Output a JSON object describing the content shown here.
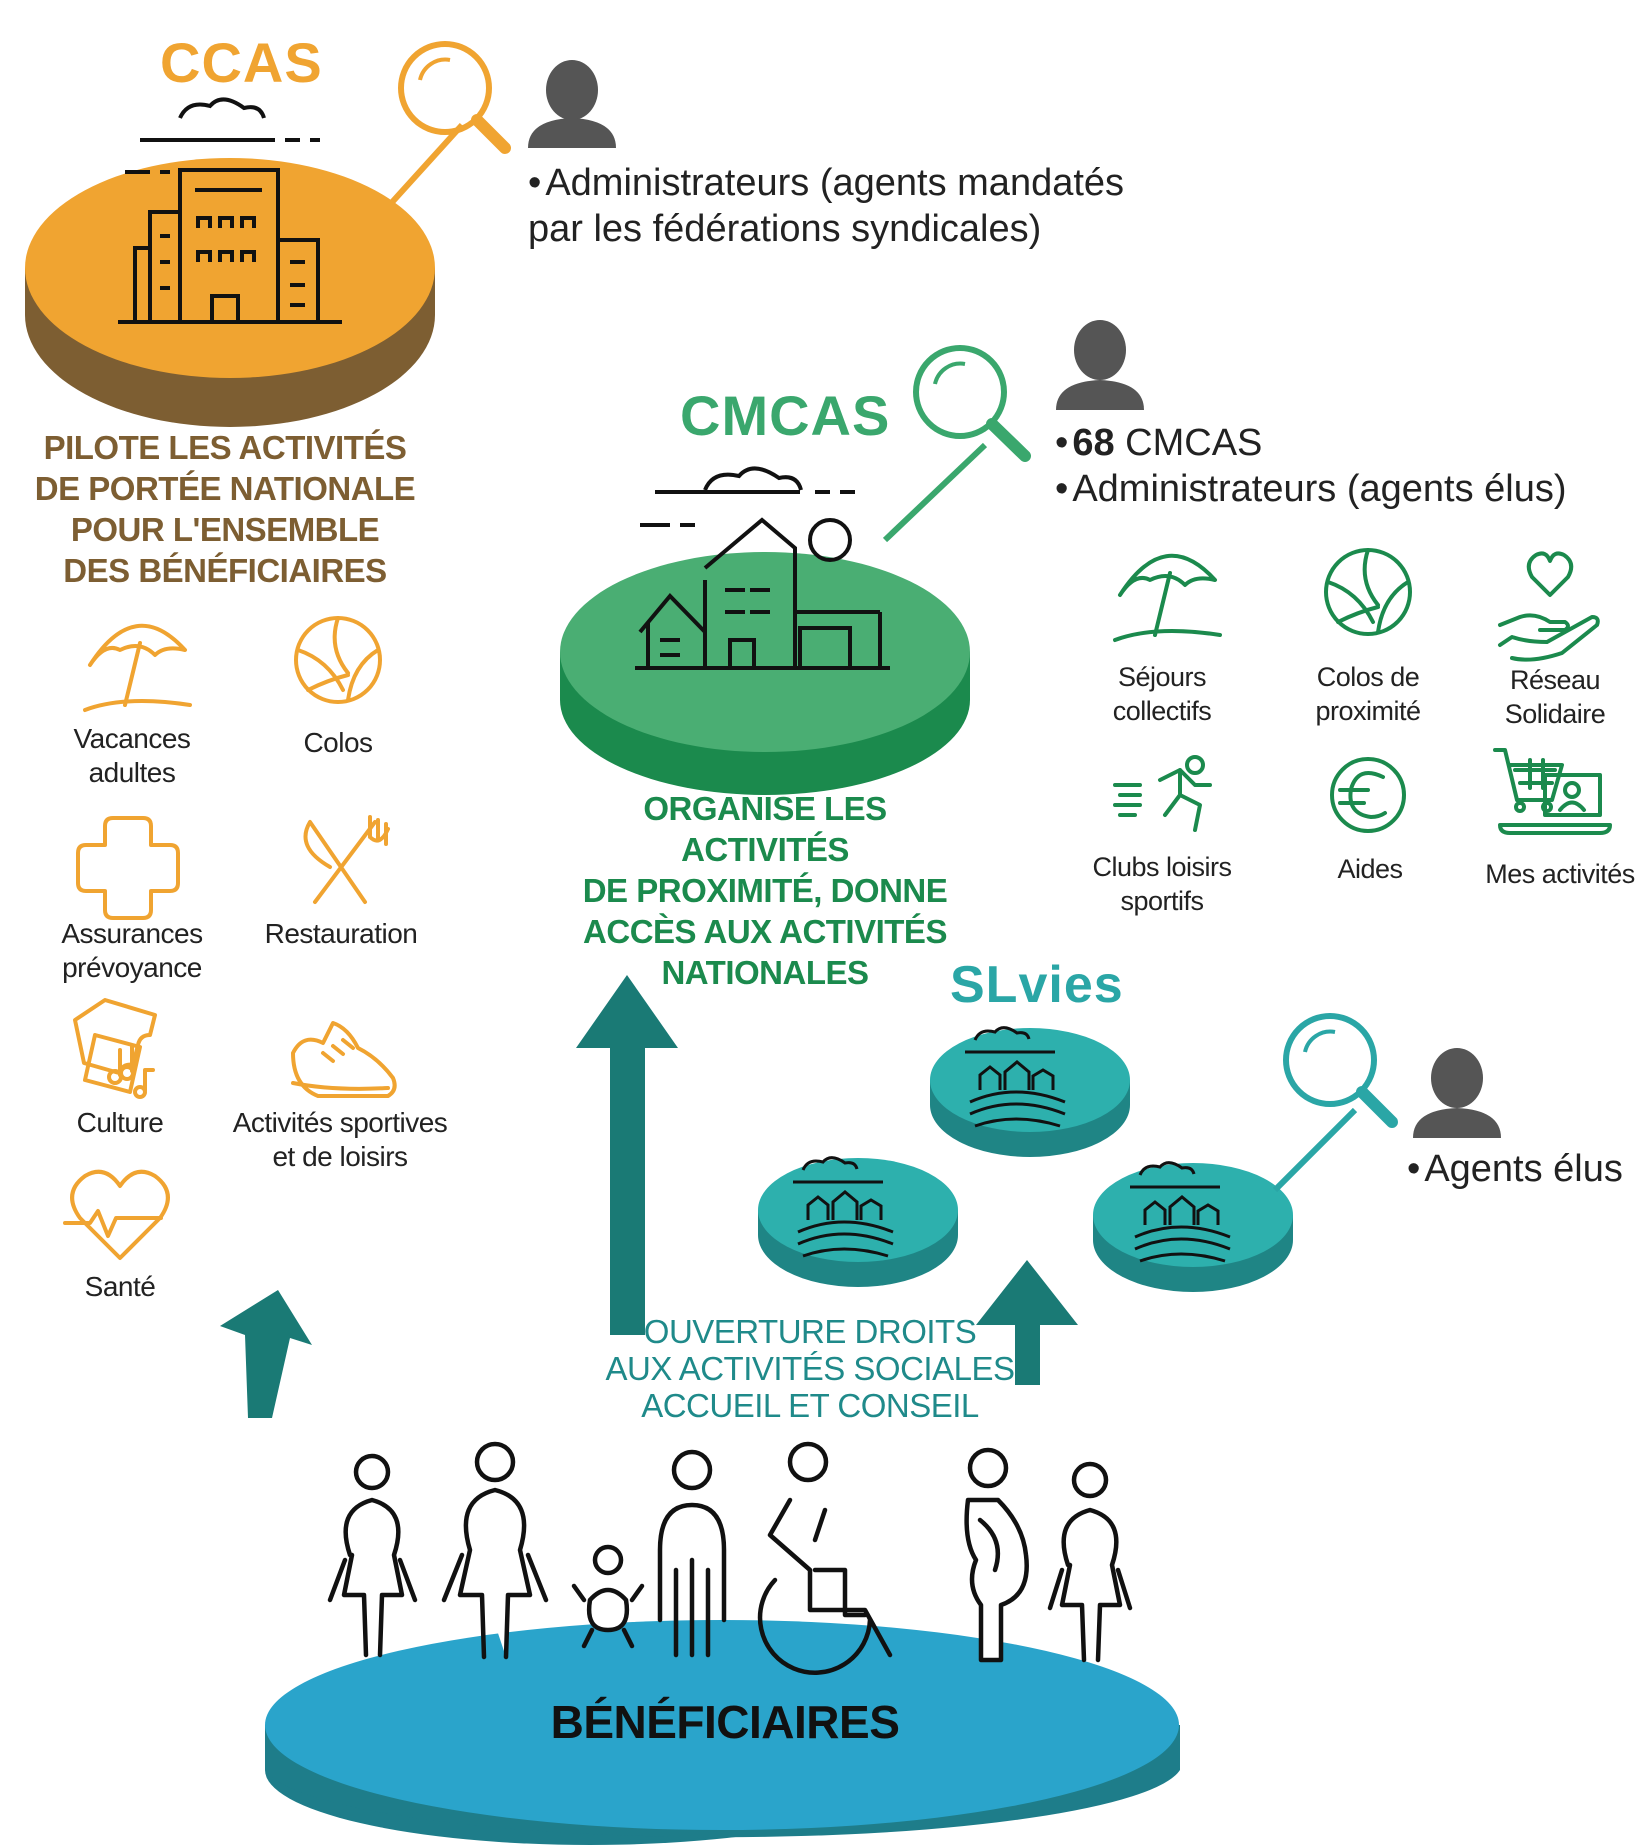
{
  "colors": {
    "ccas": "#f0a431",
    "ccas_dark": "#7d5e32",
    "cmcas": "#3aa76d",
    "cmcas_dark": "#1b8a4d",
    "slvies": "#2aa6a6",
    "beneficiaires": "#2aa4cb",
    "arrow": "#1a7a75",
    "icon_person": "#555555",
    "ink": "#111111"
  },
  "ccas": {
    "title": "CCAS",
    "admins_line1": "Administrateurs (agents mandatés",
    "admins_line2": "par les fédérations syndicales)",
    "mission": [
      "PILOTE LES ACTIVITÉS",
      "DE PORTÉE NATIONALE",
      "POUR L'ENSEMBLE",
      "DES BÉNÉFICIAIRES"
    ],
    "activities": [
      {
        "icon": "parasol-icon",
        "label1": "Vacances",
        "label2": "adultes"
      },
      {
        "icon": "volleyball-icon",
        "label1": "Colos",
        "label2": ""
      },
      {
        "icon": "health-cross-icon",
        "label1": "Assurances",
        "label2": "prévoyance"
      },
      {
        "icon": "fork-knife-icon",
        "label1": "Restauration",
        "label2": ""
      },
      {
        "icon": "culture-tickets-icon",
        "label1": "Culture",
        "label2": ""
      },
      {
        "icon": "sneaker-icon",
        "label1": "Activités sportives",
        "label2": "et de loisirs"
      },
      {
        "icon": "heart-pulse-icon",
        "label1": "Santé",
        "label2": ""
      }
    ]
  },
  "cmcas": {
    "title": "CMCAS",
    "count_bold": "68",
    "count_rest": " CMCAS",
    "admins": "Administrateurs (agents élus)",
    "mission": [
      "ORGANISE LES ACTIVITÉS",
      "DE PROXIMITÉ, DONNE",
      "ACCÈS AUX ACTIVITÉS",
      "NATIONALES"
    ],
    "activities": [
      {
        "icon": "parasol-icon",
        "label1": "Séjours",
        "label2": "collectifs"
      },
      {
        "icon": "volleyball-icon",
        "label1": "Colos de",
        "label2": "proximité"
      },
      {
        "icon": "heart-hand-icon",
        "label1": "Réseau",
        "label2": "Solidaire"
      },
      {
        "icon": "runner-icon",
        "label1": "Clubs loisirs",
        "label2": "sportifs"
      },
      {
        "icon": "euro-icon",
        "label1": "Aides",
        "label2": ""
      },
      {
        "icon": "cart-laptop-icon",
        "label1": "Mes activités",
        "label2": ""
      }
    ]
  },
  "slvies": {
    "title": "SLvies",
    "agents": "Agents élus",
    "mission": [
      "OUVERTURE DROITS",
      "AUX ACTIVITÉS SOCIALES",
      "ACCUEIL ET CONSEIL"
    ]
  },
  "beneficiaires": {
    "label": "BÉNÉFICIAIRES"
  }
}
